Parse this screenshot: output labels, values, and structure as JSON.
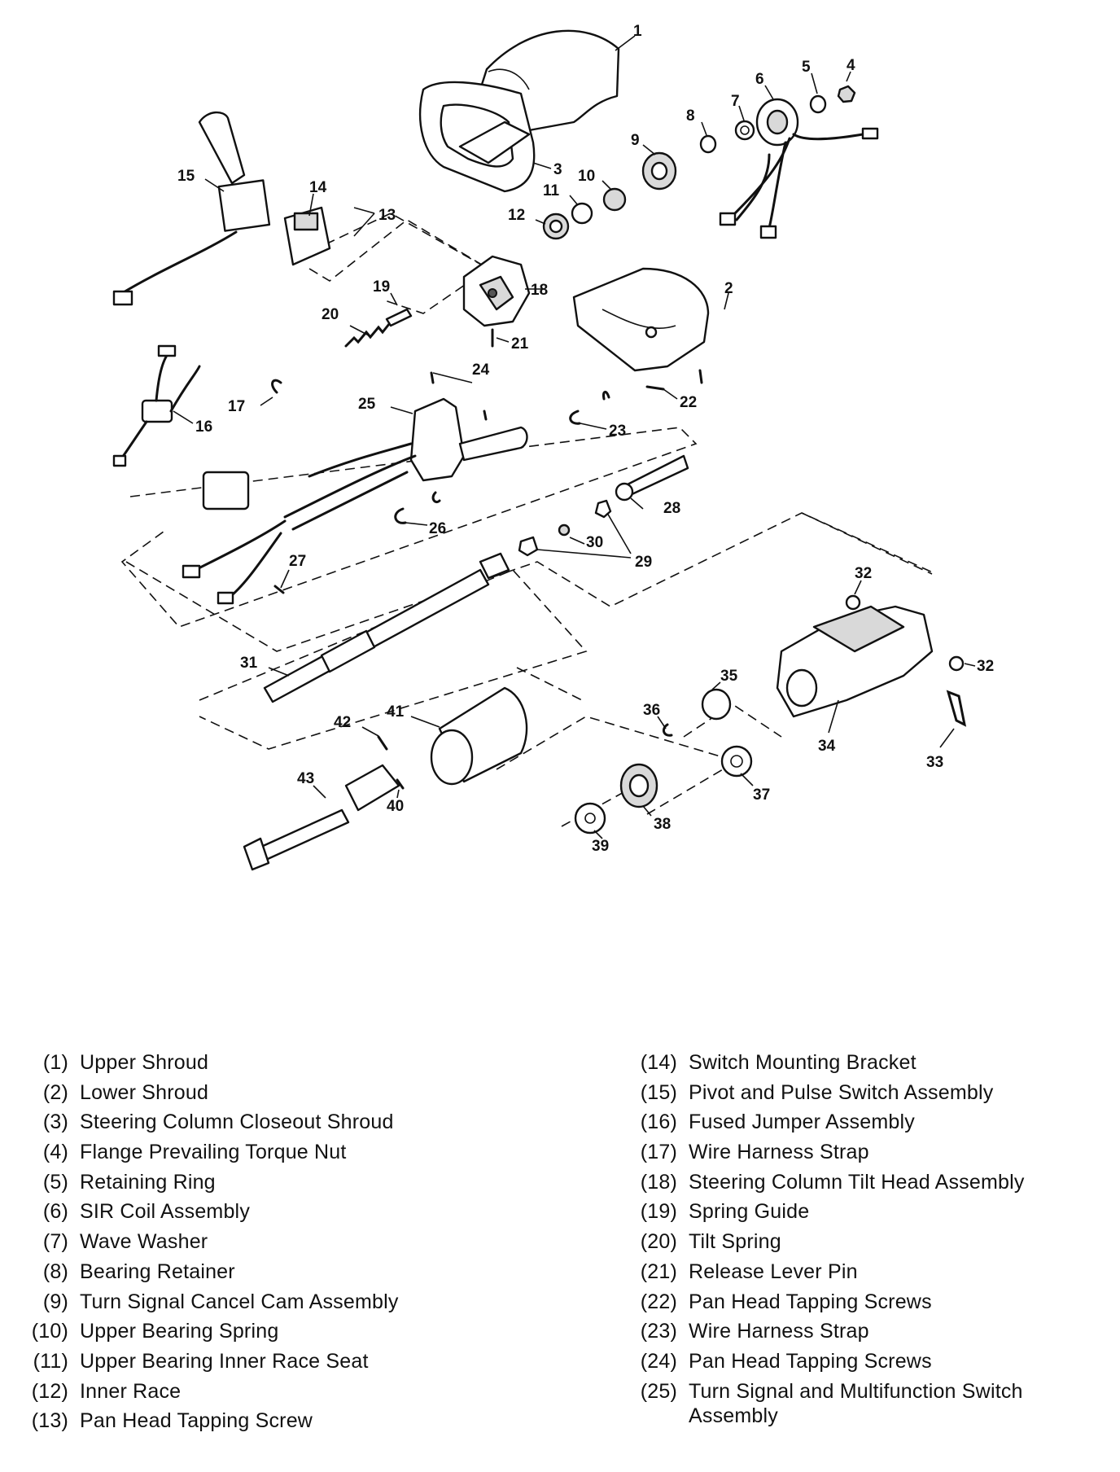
{
  "callouts": [
    "1",
    "2",
    "3",
    "4",
    "5",
    "6",
    "7",
    "8",
    "9",
    "10",
    "11",
    "12",
    "13",
    "14",
    "15",
    "16",
    "17",
    "18",
    "19",
    "20",
    "21",
    "22",
    "23",
    "24",
    "25",
    "26",
    "27",
    "28",
    "29",
    "30",
    "31",
    "32",
    "32",
    "33",
    "34",
    "35",
    "36",
    "37",
    "38",
    "39",
    "40",
    "41",
    "42",
    "43"
  ],
  "legend_left": [
    {
      "num": "(1)",
      "desc": "Upper Shroud"
    },
    {
      "num": "(2)",
      "desc": "Lower Shroud"
    },
    {
      "num": "(3)",
      "desc": "Steering Column Closeout Shroud"
    },
    {
      "num": "(4)",
      "desc": "Flange Prevailing Torque Nut"
    },
    {
      "num": "(5)",
      "desc": "Retaining Ring"
    },
    {
      "num": "(6)",
      "desc": "SIR Coil Assembly"
    },
    {
      "num": "(7)",
      "desc": "Wave Washer"
    },
    {
      "num": "(8)",
      "desc": "Bearing Retainer"
    },
    {
      "num": "(9)",
      "desc": "Turn Signal Cancel Cam Assembly"
    },
    {
      "num": "(10)",
      "desc": "Upper Bearing Spring"
    },
    {
      "num": "(11)",
      "desc": "Upper Bearing Inner Race Seat"
    },
    {
      "num": "(12)",
      "desc": "Inner Race"
    },
    {
      "num": "(13)",
      "desc": "Pan Head Tapping Screw"
    }
  ],
  "legend_right": [
    {
      "num": "(14)",
      "desc": "Switch Mounting Bracket"
    },
    {
      "num": "(15)",
      "desc": "Pivot and Pulse Switch Assembly"
    },
    {
      "num": "(16)",
      "desc": "Fused Jumper Assembly"
    },
    {
      "num": "(17)",
      "desc": "Wire Harness Strap"
    },
    {
      "num": "(18)",
      "desc": "Steering Column Tilt Head Assembly"
    },
    {
      "num": "(19)",
      "desc": "Spring Guide"
    },
    {
      "num": "(20)",
      "desc": "Tilt Spring"
    },
    {
      "num": "(21)",
      "desc": "Release Lever Pin"
    },
    {
      "num": "(22)",
      "desc": "Pan Head Tapping Screws"
    },
    {
      "num": "(23)",
      "desc": "Wire Harness Strap"
    },
    {
      "num": "(24)",
      "desc": "Pan Head Tapping Screws"
    },
    {
      "num": "(25)",
      "desc": "Turn Signal and Multifunction Switch Assembly"
    }
  ]
}
